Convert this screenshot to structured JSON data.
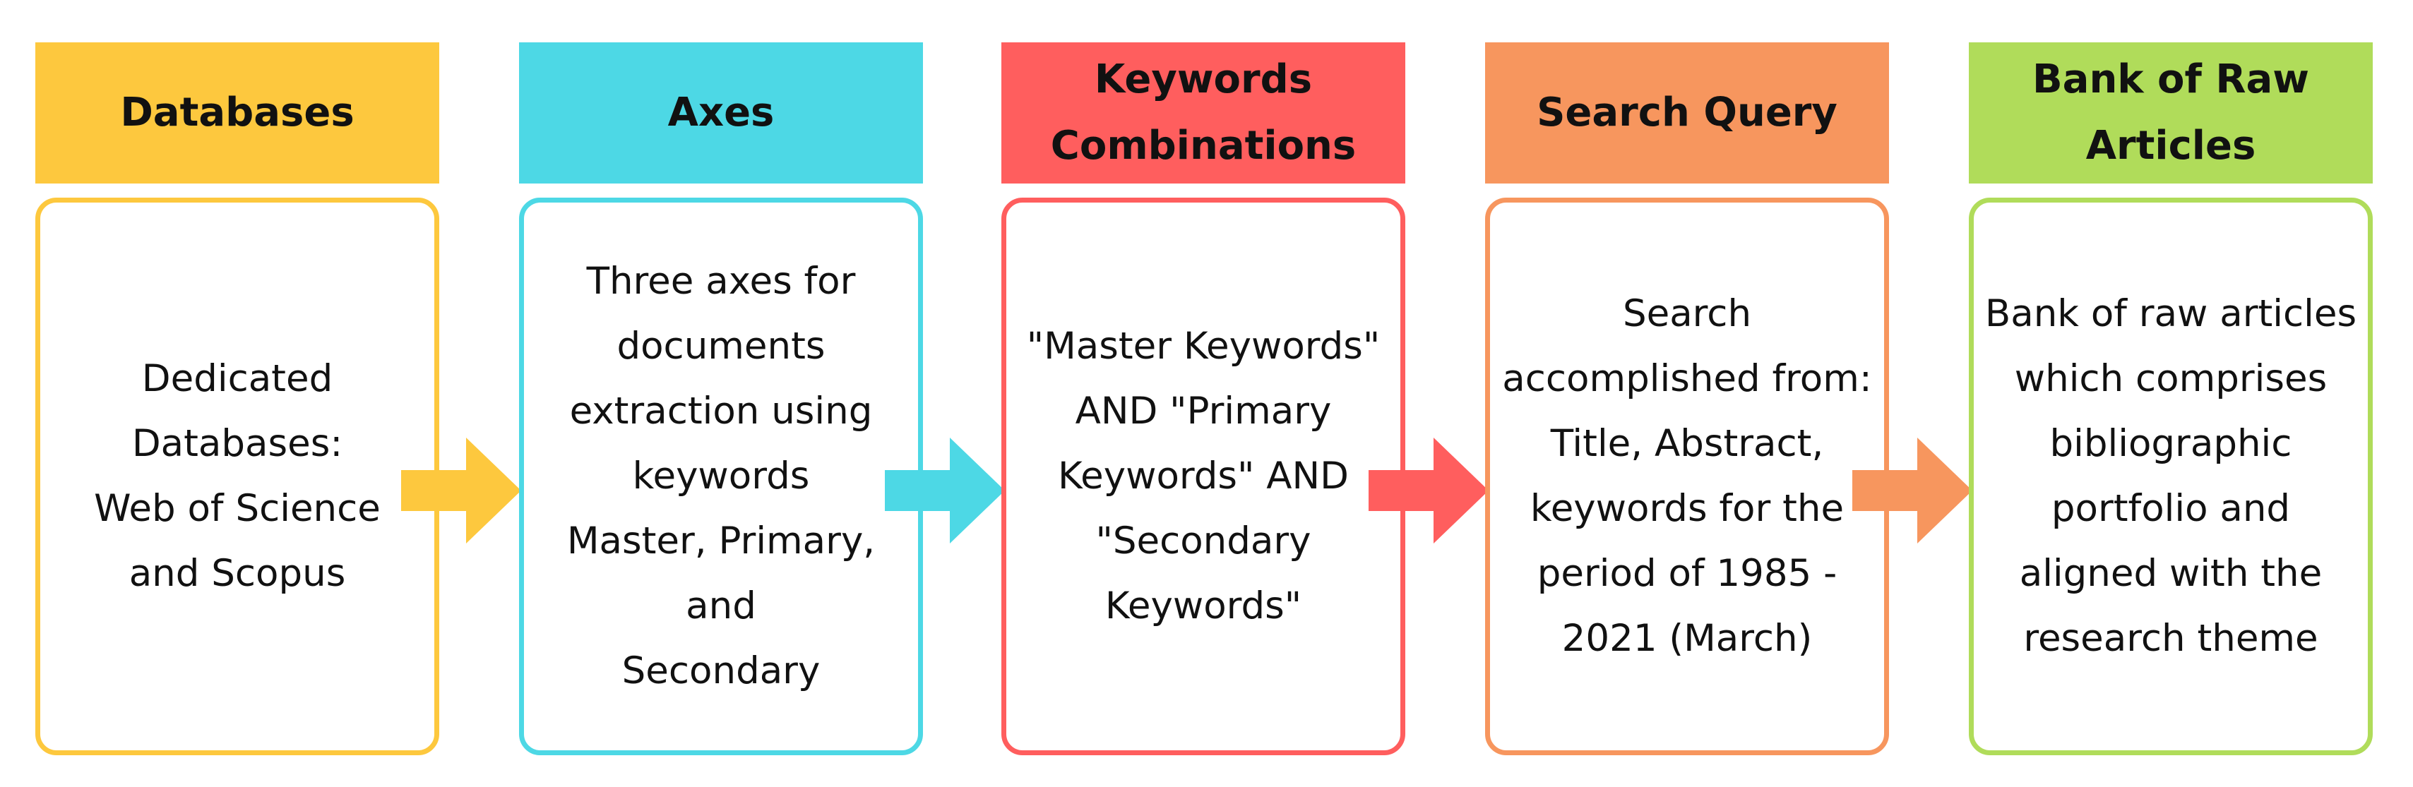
{
  "colors": {
    "databases": "#FDC83E",
    "axes": "#4DD8E5",
    "keywords": "#FF5E5E",
    "search_query": "#F7965E",
    "bank": "#B0DC5A"
  },
  "steps": [
    {
      "title": "Databases",
      "body": "Dedicated\nDatabases:\nWeb of Science\nand Scopus"
    },
    {
      "title": "Axes",
      "body": "Three axes for\ndocuments\nextraction using\nkeywords\nMaster, Primary, and\nSecondary"
    },
    {
      "title": "Keywords Combinations",
      "body": "\"Master Keywords\"\nAND \"Primary\nKeywords\" AND\n\"Secondary\nKeywords\""
    },
    {
      "title": "Search Query",
      "body": "Search\naccomplished from:\nTitle, Abstract,\nkeywords for the\nperiod of 1985 -\n2021 (March)"
    },
    {
      "title": "Bank of Raw Articles",
      "body": "Bank of raw articles\nwhich comprises\nbibliographic\nportfolio and\naligned with the\nresearch theme"
    }
  ],
  "icons": [
    "arrow-right-icon",
    "arrow-right-icon",
    "arrow-right-icon",
    "arrow-right-icon"
  ]
}
